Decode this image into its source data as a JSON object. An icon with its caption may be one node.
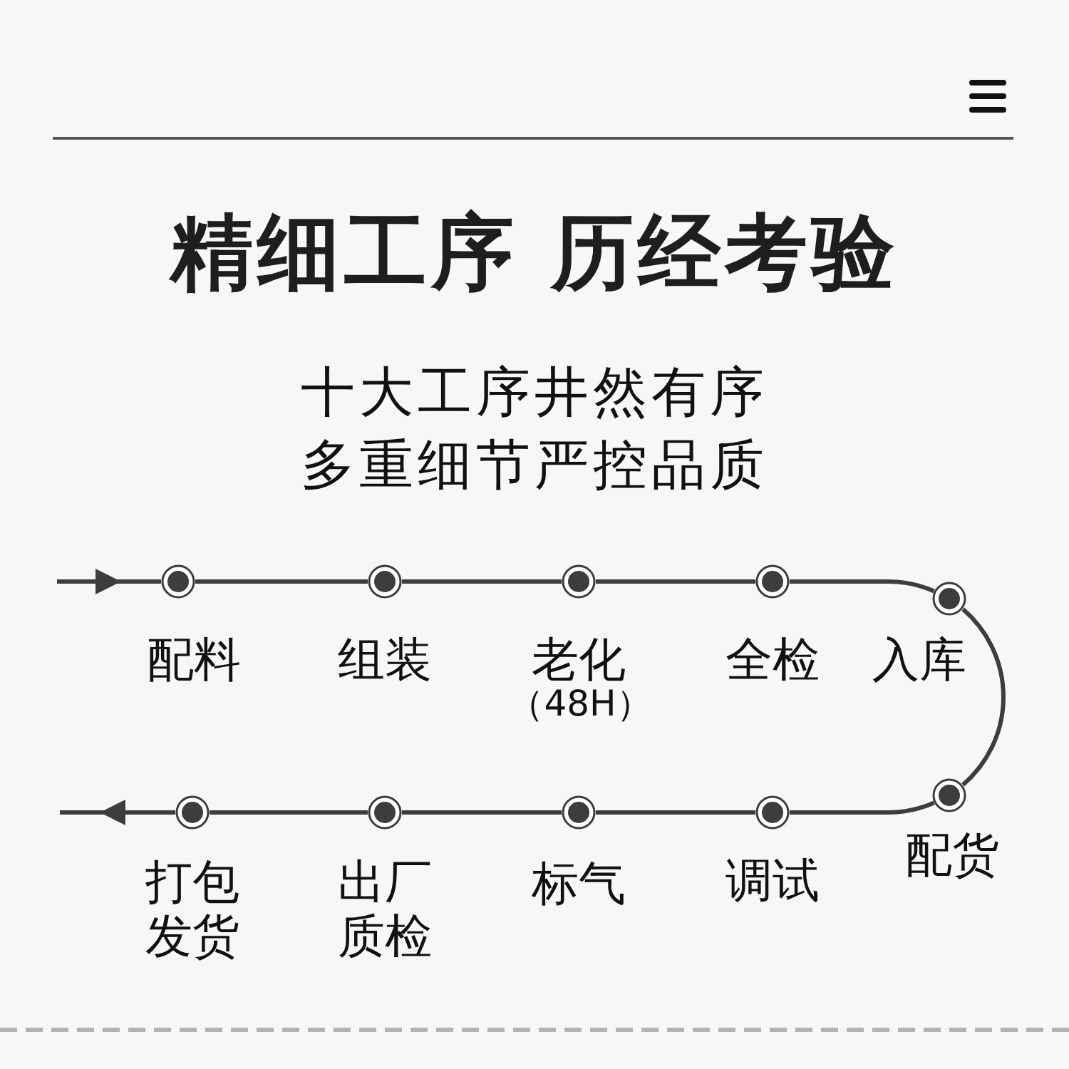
{
  "diagram": {
    "title": "精细工序 历经考验",
    "nodes": [
      {
        "text": [],
        "shape": "circle",
        "beside": [
          "配料"
        ]
      },
      {
        "text": [],
        "shape": "circle",
        "beside": [
          "组装"
        ]
      },
      {
        "text": [],
        "shape": "circle",
        "beside": [
          "老化",
          "（48H）"
        ]
      },
      {
        "text": [],
        "shape": "circle",
        "beside": [
          "全检"
        ]
      },
      {
        "text": [],
        "shape": "circle",
        "beside": [
          "入库"
        ]
      },
      {
        "text": [],
        "shape": "circle",
        "beside": [
          "打包发货"
        ]
      },
      {
        "text": [],
        "shape": "circle",
        "beside": [
          "出厂质检"
        ]
      },
      {
        "text": [],
        "shape": "circle",
        "beside": [
          "标气"
        ]
      },
      {
        "text": [],
        "shape": "circle",
        "beside": [
          "调试"
        ]
      },
      {
        "text": [],
        "shape": "circle",
        "beside": [
          "配货"
        ]
      }
    ],
    "edges": [
      {
        "from": null,
        "to": 0,
        "arrow": "to"
      },
      {
        "from": 0,
        "to": 1,
        "arrow": "none"
      },
      {
        "from": 1,
        "to": 2,
        "arrow": "none"
      },
      {
        "from": 2,
        "to": 3,
        "arrow": "none"
      },
      {
        "from": 3,
        "to": 4,
        "arrow": "none"
      },
      {
        "from": 4,
        "to": 9,
        "arrow": "none"
      },
      {
        "from": 9,
        "to": 8,
        "arrow": "none"
      },
      {
        "from": 8,
        "to": 7,
        "arrow": "none"
      },
      {
        "from": 7,
        "to": 6,
        "arrow": "none"
      },
      {
        "from": 6,
        "to": 5,
        "arrow": "none"
      },
      {
        "from": 5,
        "to": null,
        "arrow": "to"
      }
    ],
    "labels": [
      "十大工序井然有序",
      "多重细节严控品质"
    ]
  }
}
